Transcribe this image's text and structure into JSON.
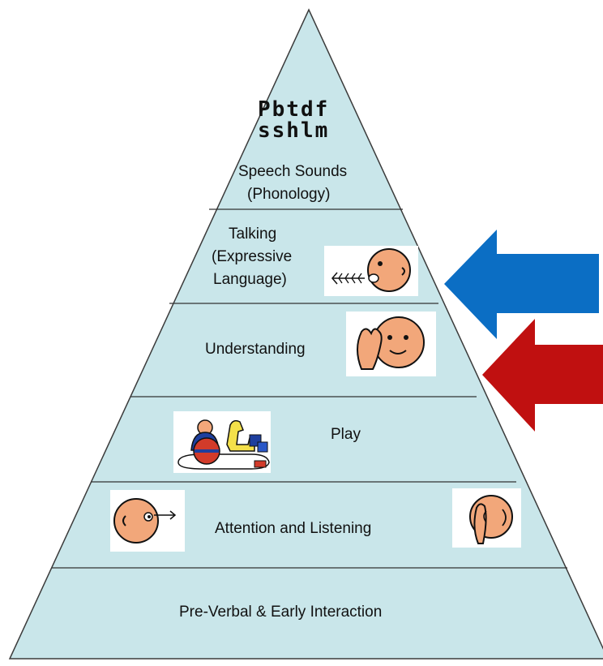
{
  "colors": {
    "pyramid_fill": "#c9e6ea",
    "pyramid_stroke": "#3b3b3b",
    "blue_arrow": "#0b6ec4",
    "red_arrow": "#c01010",
    "skin": "#f2a77a"
  },
  "levels": [
    {
      "name": "speech-sounds",
      "letters_line1": "Pbtdf",
      "letters_line2": "sshlm",
      "label_line1": "Speech Sounds",
      "label_line2": "(Phonology)"
    },
    {
      "name": "talking",
      "label_line1": "Talking",
      "label_line2": "(Expressive",
      "label_line3": "Language)",
      "icon": "talking-face-icon"
    },
    {
      "name": "understanding",
      "label": "Understanding",
      "icon": "thinking-face-icon"
    },
    {
      "name": "play",
      "label": "Play",
      "icon": "toys-icon"
    },
    {
      "name": "attention",
      "label": "Attention and Listening",
      "icons": [
        "looking-face-icon",
        "listening-ear-icon"
      ]
    },
    {
      "name": "pre-verbal",
      "label": "Pre-Verbal & Early Interaction"
    }
  ],
  "arrows": [
    {
      "name": "blue-arrow",
      "points_to": "talking",
      "direction": "left"
    },
    {
      "name": "red-arrow",
      "points_to": "understanding",
      "direction": "left"
    }
  ]
}
